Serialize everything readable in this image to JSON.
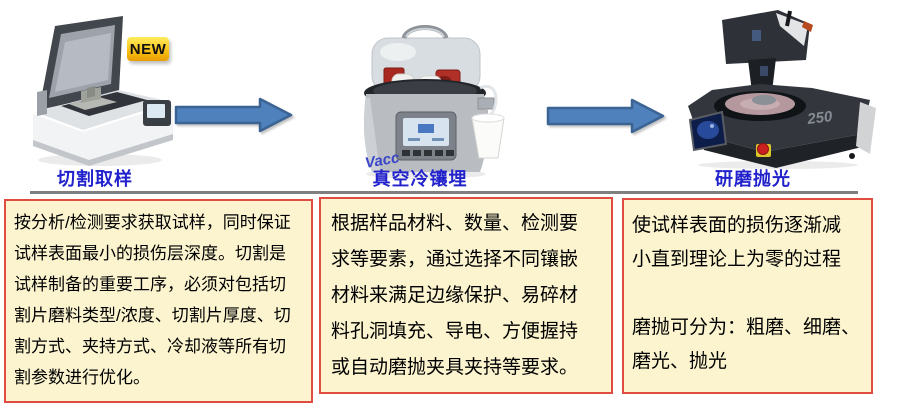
{
  "process_flow": {
    "steps": [
      {
        "label": "切割取样",
        "machine": "precision-cutting-machine",
        "badge": "NEW",
        "description": "按分析/检测要求获取试样，同时保证\n试样表面最小的损伤层深度。切割是\n试样制备的重要工序，必须对包括切\n割片磨料类型/浓度、切割片厚度、切\n割方式、夹持方式、冷却液等所有切\n割参数进行优化。"
      },
      {
        "label": "真空冷镶埋",
        "machine": "vacuum-cold-mounting-machine",
        "machine_logo": "Vacc",
        "description": "根据样品材料、数量、检测要\n求等要素，通过选择不同镶嵌\n材料来满足边缘保护、易碎材\n料孔洞填充、导电、方便握持\n或自动磨抛夹具夹持等要求。"
      },
      {
        "label": "研磨抛光",
        "machine": "grinder-polisher-machine",
        "machine_model": "250",
        "description": "使试样表面的损伤逐渐减\n小直到理论上为零的过程\n\n磨抛可分为：粗磨、细磨、\n磨光、抛光"
      }
    ]
  },
  "colors": {
    "label_text": "#2222cc",
    "box_background": "#fbf4cf",
    "box_border": "#e04b42",
    "arrow_fill": "#4f81bd",
    "arrow_stroke": "#3b6394",
    "badge_background": "#f5b70a",
    "separator": "#7f7f7f"
  }
}
